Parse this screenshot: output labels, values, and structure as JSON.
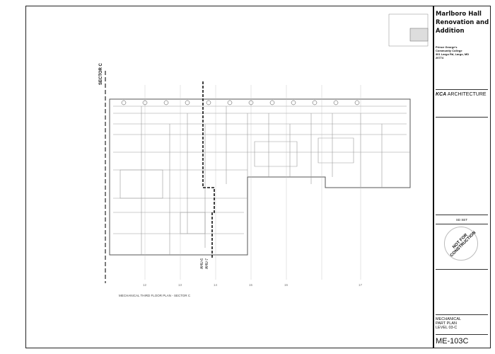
{
  "project": {
    "title_lines": [
      "Marlboro Hall",
      "Renovation and",
      "Addition"
    ]
  },
  "client": {
    "lines": [
      "Prince George's",
      "Community College",
      "301 Largo Rd, Largo, MD",
      "20774"
    ]
  },
  "architect": {
    "logo_mark": "KCA",
    "name": "ARCHITECTURE"
  },
  "issue": {
    "set": "SD SET"
  },
  "stamp": {
    "text": "NOT FOR CONSTRUCTION"
  },
  "sheet": {
    "title_lines": [
      "MECHANICAL",
      "PART PLAN",
      "LEVEL 03-C"
    ],
    "number": "ME-103C"
  },
  "drawing": {
    "title": "MECHANICAL THIRD FLOOR PLAN - SECTOR C",
    "sector_label": "SECTOR C",
    "ahu_labels": [
      "AHU-6",
      "AHU-7"
    ],
    "grid_labels": [
      "12",
      "13",
      "14",
      "15",
      "16",
      "17"
    ]
  }
}
